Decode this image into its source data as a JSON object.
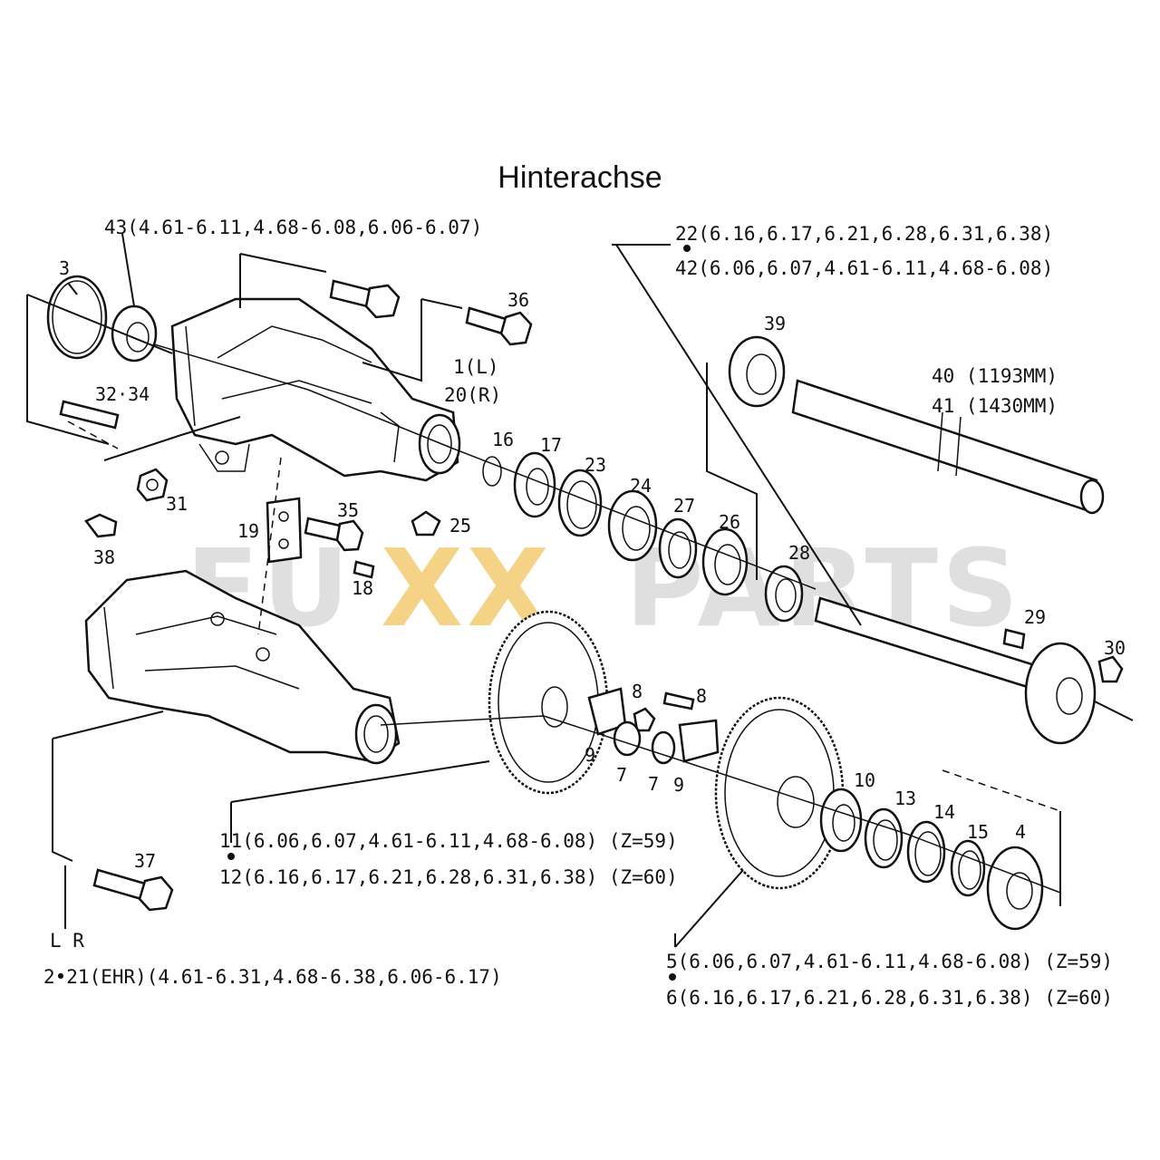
{
  "title": "Hinterachse",
  "watermark": {
    "left": "FU",
    "middle": "XX",
    "right": "PARTS",
    "grey": "#dcdcdc",
    "accent": "#f5cf7a"
  },
  "variant_labels": {
    "l43": "43(4.61-6.11,4.68-6.08,6.06-6.07)",
    "l22": "22(6.16,6.17,6.21,6.28,6.31,6.38)",
    "l42": "42(6.06,6.07,4.61-6.11,4.68-6.08)",
    "l40": "40 (1193MM)",
    "l41": "41 (1430MM)",
    "l1": "1(L)",
    "l20": "20(R)",
    "l11": "11(6.06,6.07,4.61-6.11,4.68-6.08) (Z=59)",
    "l12": "12(6.16,6.17,6.21,6.28,6.31,6.38) (Z=60)",
    "l5": "5(6.06,6.07,4.61-6.11,4.68-6.08) (Z=59)",
    "l6": "6(6.16,6.17,6.21,6.28,6.31,6.38) (Z=60)",
    "lLR": "L R",
    "l2_21": "2•21(EHR)(4.61-6.31,4.68-6.38,6.06-6.17)"
  },
  "callouts": {
    "c3": "3",
    "c36": "36",
    "c32_34": "32·34",
    "c31": "31",
    "c38": "38",
    "c39": "39",
    "c16": "16",
    "c17": "17",
    "c23": "23",
    "c24": "24",
    "c27": "27",
    "c26": "26",
    "c28": "28",
    "c35": "35",
    "c19": "19",
    "c25": "25",
    "c18": "18",
    "c29": "29",
    "c30": "30",
    "c8a": "8",
    "c8b": "8",
    "c9a": "9",
    "c9b": "9",
    "c7a": "7",
    "c7b": "7",
    "c10": "10",
    "c13": "13",
    "c14": "14",
    "c15": "15",
    "c4": "4",
    "c37": "37"
  }
}
